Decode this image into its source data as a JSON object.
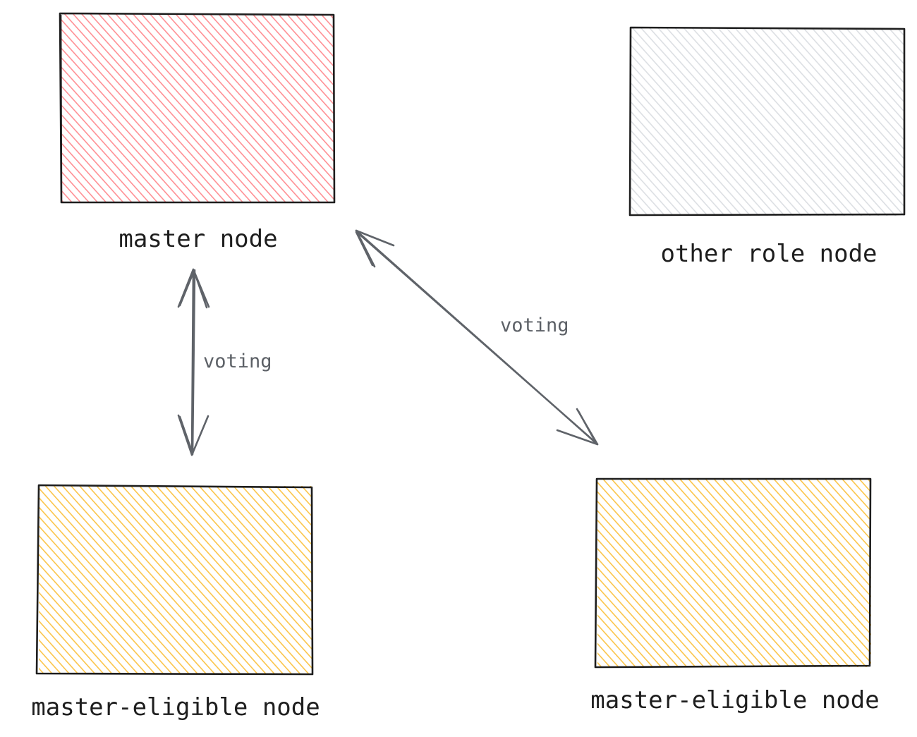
{
  "nodes": [
    {
      "id": "master",
      "label": "master node",
      "fill_color": "#ff8f94"
    },
    {
      "id": "other",
      "label": "other role node",
      "fill_color": "#d6d9de"
    },
    {
      "id": "eligible_left",
      "label": "master-eligible node",
      "fill_color": "#fbc54a"
    },
    {
      "id": "eligible_right",
      "label": "master-eligible node",
      "fill_color": "#fbc54a"
    }
  ],
  "edges": [
    {
      "from": "master",
      "to": "eligible_left",
      "label": "voting",
      "bidirectional": true
    },
    {
      "from": "master",
      "to": "eligible_right",
      "label": "voting",
      "bidirectional": true
    }
  ],
  "colors": {
    "outline": "#1e1e1e",
    "arrow": "#5f6369",
    "edge_text": "#5c6066",
    "background": "#ffffff"
  }
}
